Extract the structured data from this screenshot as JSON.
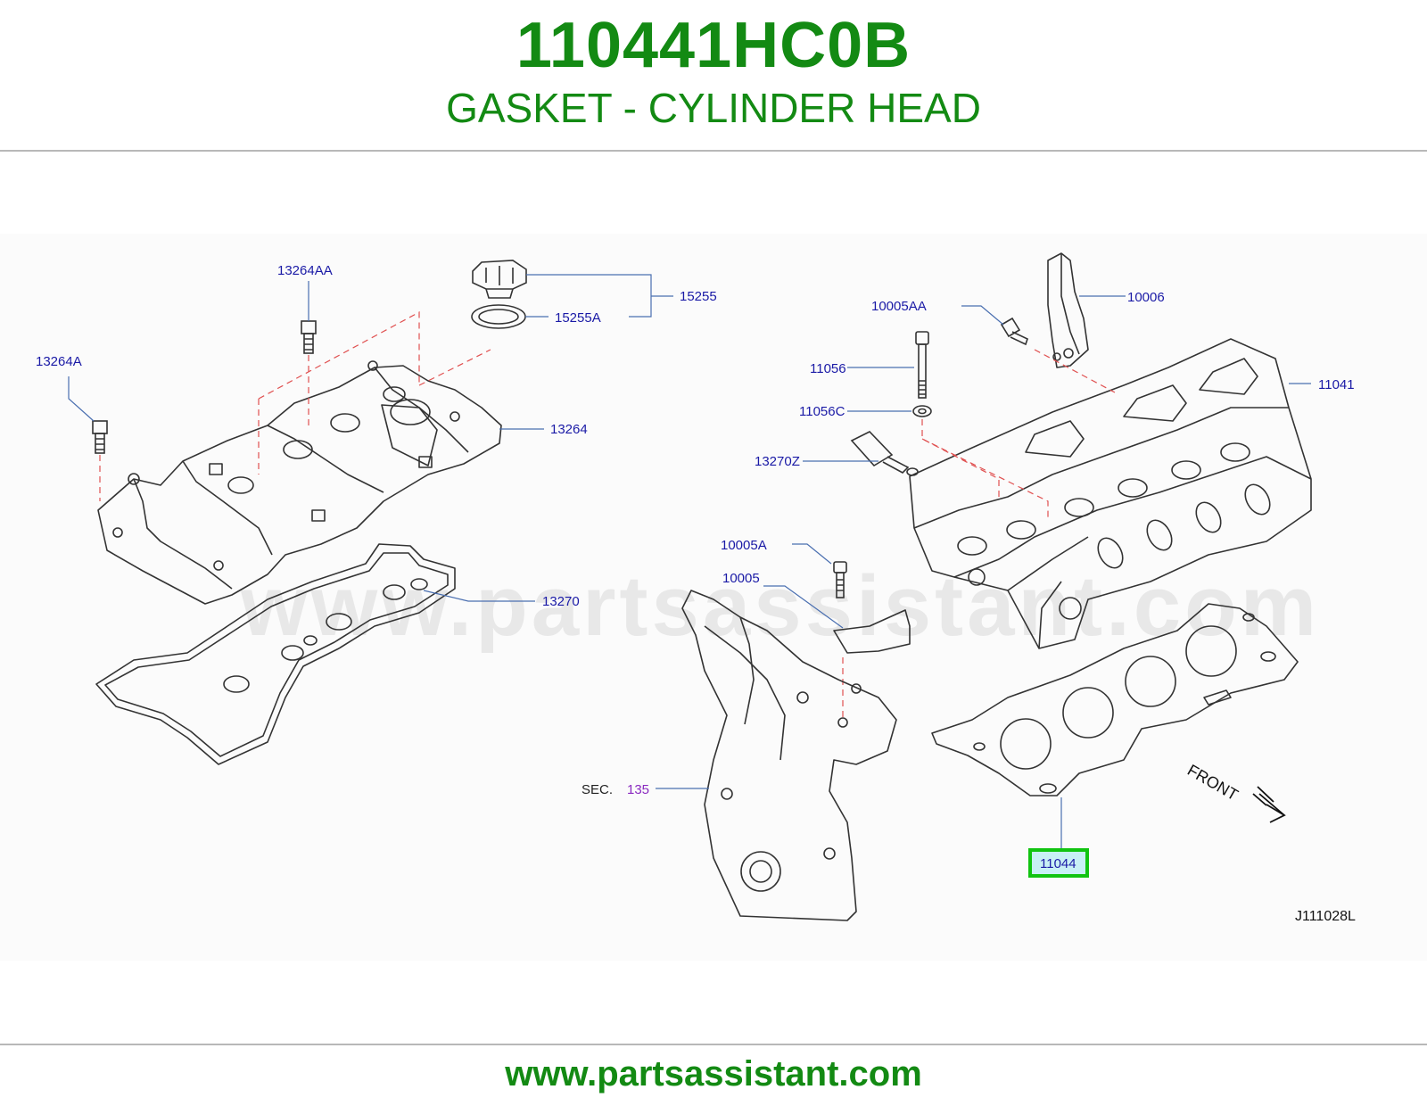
{
  "header": {
    "part_number": "110441HC0B",
    "part_name": "GASKET - CYLINDER HEAD"
  },
  "diagram": {
    "callouts": [
      {
        "id": "13264AA",
        "label": "13264AA"
      },
      {
        "id": "15255",
        "label": "15255"
      },
      {
        "id": "15255A",
        "label": "15255A"
      },
      {
        "id": "13264A",
        "label": "13264A"
      },
      {
        "id": "13264",
        "label": "13264"
      },
      {
        "id": "13270",
        "label": "13270"
      },
      {
        "id": "10005AA",
        "label": "10005AA"
      },
      {
        "id": "10006",
        "label": "10006"
      },
      {
        "id": "11056",
        "label": "11056"
      },
      {
        "id": "11041",
        "label": "11041"
      },
      {
        "id": "11056C",
        "label": "11056C"
      },
      {
        "id": "13270Z",
        "label": "13270Z"
      },
      {
        "id": "10005A",
        "label": "10005A"
      },
      {
        "id": "10005",
        "label": "10005"
      },
      {
        "id": "11044",
        "label": "11044",
        "highlighted": true
      }
    ],
    "section_ref": {
      "prefix": "SEC.",
      "number": "135"
    },
    "front_label": "FRONT",
    "figure_code": "J111028L",
    "watermark": "www.partsassistant.com",
    "colors": {
      "title": "#138a13",
      "callout_text": "#1a1aa6",
      "highlight_box": "#11c411",
      "highlight_fill": "#c8f0f5",
      "section_ref": "#8a2ac0",
      "dashed_line": "#e05050"
    }
  },
  "footer": {
    "url": "www.partsassistant.com"
  }
}
